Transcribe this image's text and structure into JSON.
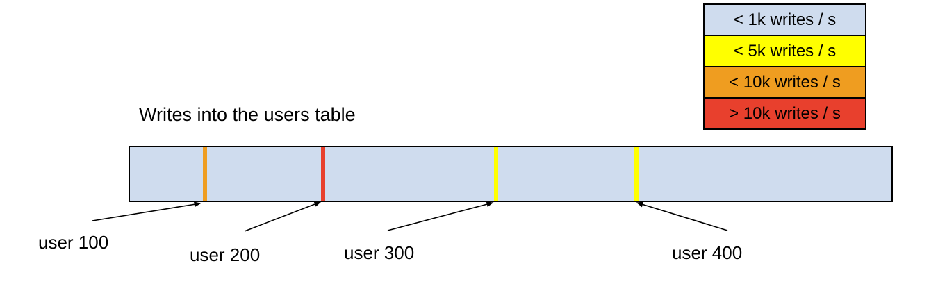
{
  "title": "Writes into the users table",
  "legend": {
    "items": [
      {
        "label": "< 1k writes / s",
        "color": "#cfdcee"
      },
      {
        "label": "< 5k writes / s",
        "color": "#ffff00"
      },
      {
        "label": "< 10k writes / s",
        "color": "#ef9d20"
      },
      {
        "label": "> 10k writes / s",
        "color": "#e8402d"
      }
    ]
  },
  "bar": {
    "fill": "#cfdcee",
    "border_color": "#000000",
    "markers": [
      {
        "user": "user 100",
        "rate": "< 10k writes / s",
        "color": "#ef9d20"
      },
      {
        "user": "user 200",
        "rate": "> 10k writes / s",
        "color": "#e8402d"
      },
      {
        "user": "user 300",
        "rate": "< 5k writes / s",
        "color": "#ffff00"
      },
      {
        "user": "user 400",
        "rate": "< 5k writes / s",
        "color": "#ffff00"
      }
    ]
  }
}
